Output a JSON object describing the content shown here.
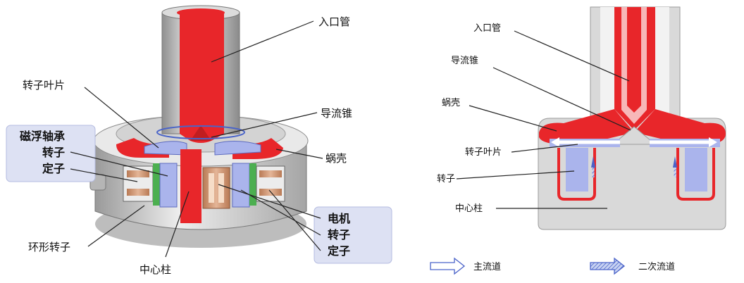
{
  "left": {
    "labels": {
      "inlet_pipe": "入口管",
      "rotor_blade": "转子叶片",
      "guide_cone": "导流锥",
      "volute": "蜗壳",
      "ring_rotor": "环形转子",
      "center_column": "中心柱"
    },
    "bearing_box": [
      "磁浮轴承",
      "转子",
      "定子"
    ],
    "motor_box": [
      "电机",
      "转子",
      "定子"
    ]
  },
  "right": {
    "labels": {
      "inlet_pipe": "入口管",
      "guide_cone": "导流锥",
      "volute": "蜗壳",
      "rotor_blade": "转子叶片",
      "rotor": "转子",
      "center_column": "中心柱"
    },
    "legend": {
      "main_flow": "主流道",
      "secondary_flow": "二次流道"
    }
  },
  "colors": {
    "blood_red": "#e8262a",
    "rotor_blue": "#aab4ec",
    "housing_grey": "#d9d9d9",
    "box_fill": "#dde1f3"
  }
}
